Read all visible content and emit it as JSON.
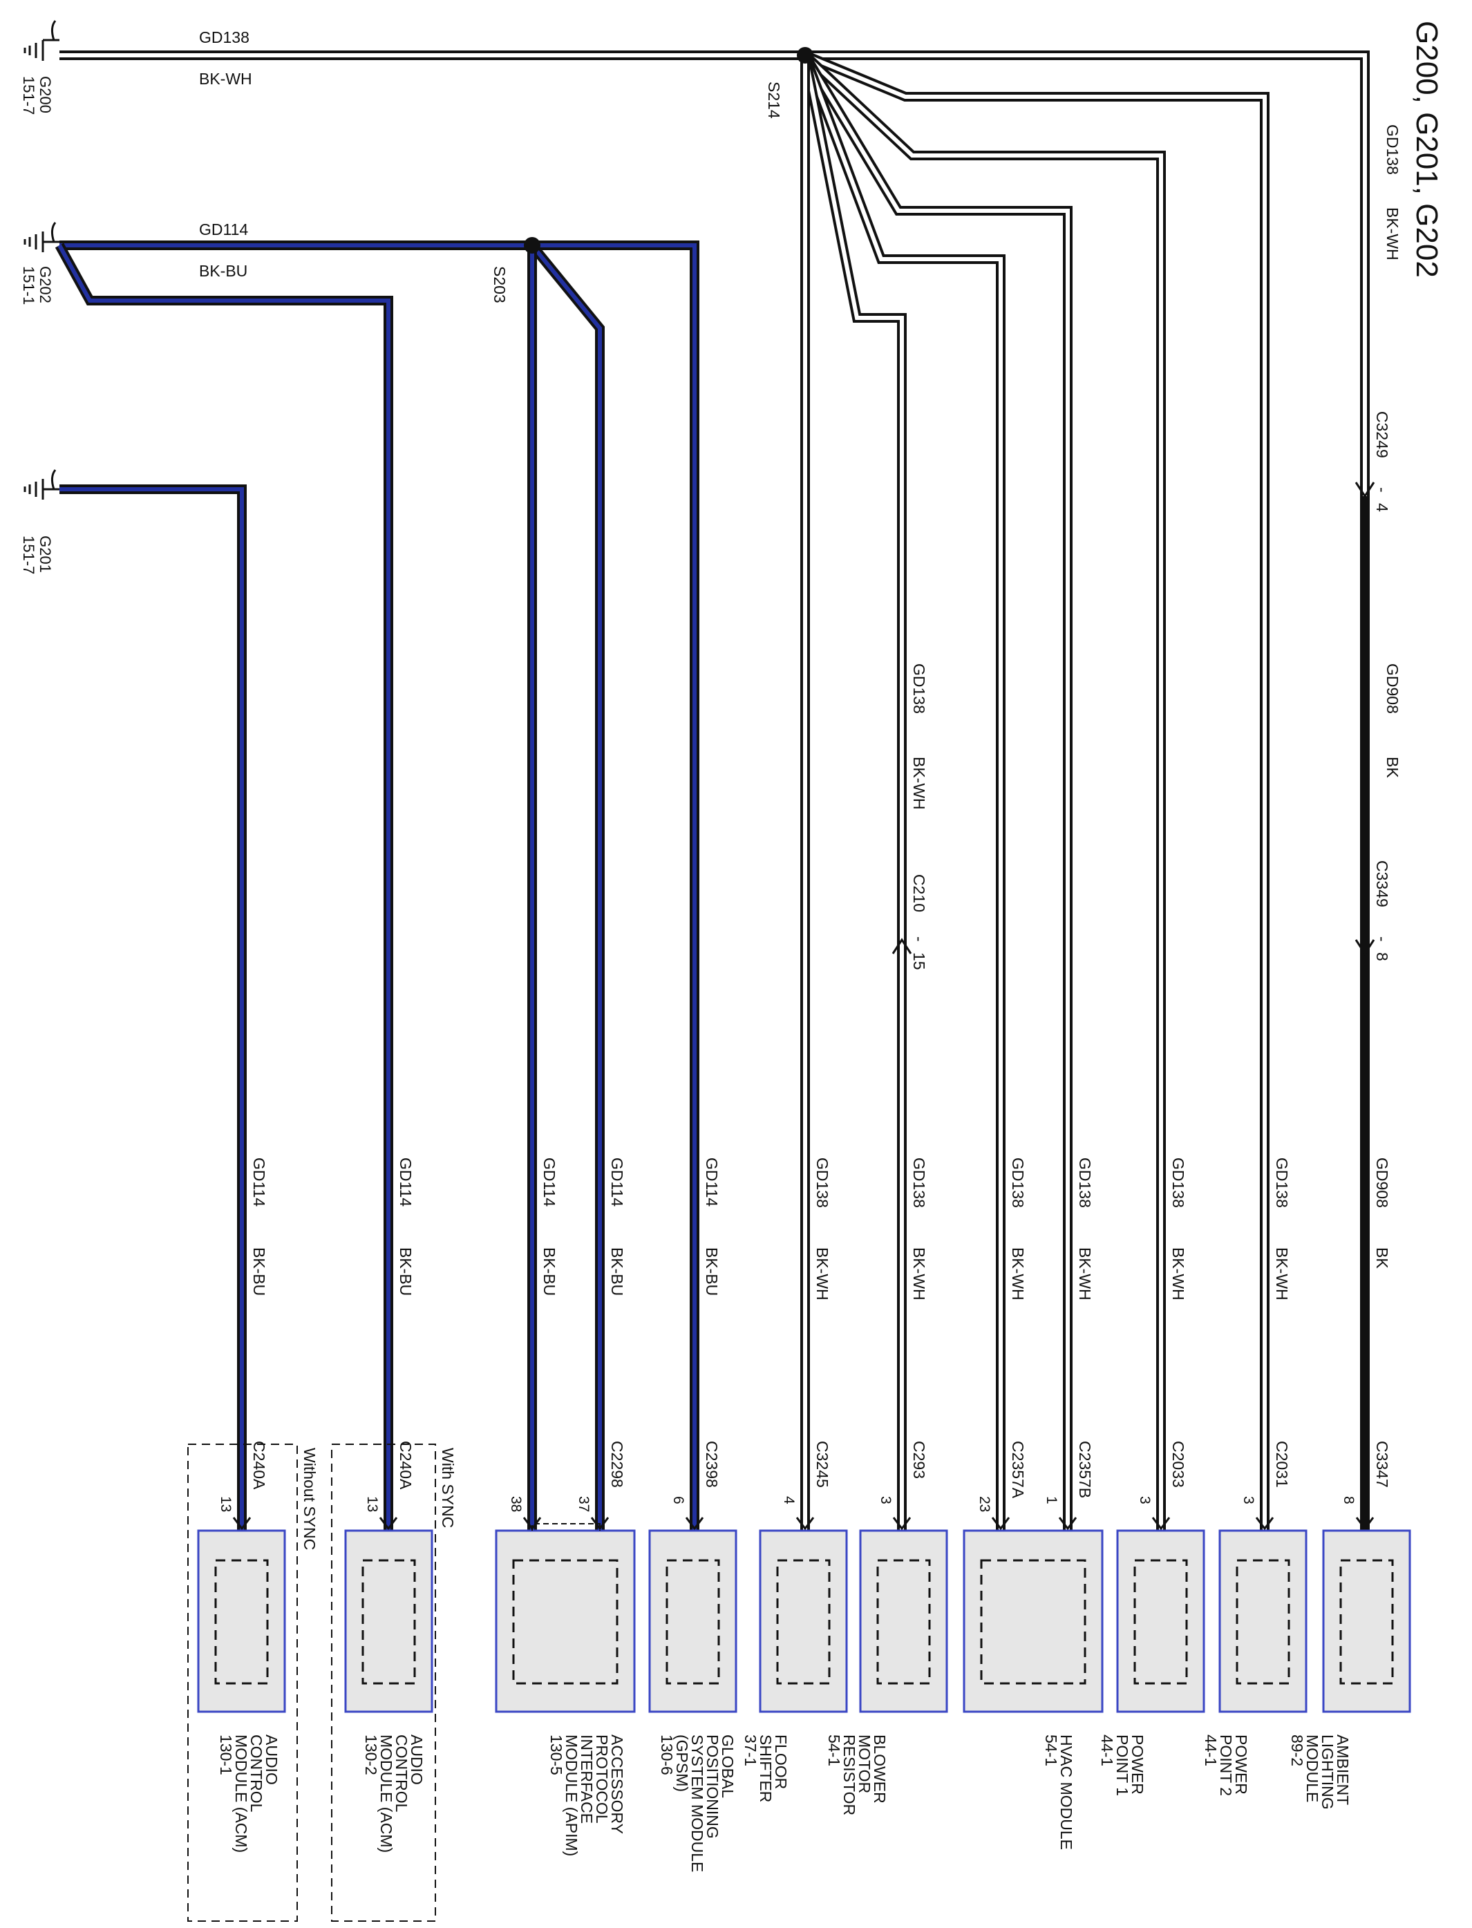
{
  "title": "G200, G201, G202",
  "colors": {
    "bk_wh_core": "#ffffff",
    "bk_bu_core": "#2231a0",
    "wire_outline": "#111111",
    "module_fill": "#e6e6e6",
    "module_border": "#3a46c4"
  },
  "grounds": {
    "g200": {
      "name": "G200",
      "ref": "151-7",
      "icon": "ground-icon"
    },
    "g202": {
      "name": "G202",
      "ref": "151-1",
      "icon": "ground-icon"
    },
    "g201": {
      "name": "G201",
      "ref": "151-7",
      "icon": "ground-icon"
    }
  },
  "splices": {
    "s214": "S214",
    "s203": "S203"
  },
  "main_labels": {
    "g200_circuit": "GD138",
    "g200_color": "BK-WH",
    "g202_circuit": "GD114",
    "g202_color": "BK-BU",
    "ambient_upper_circuit": "GD138",
    "ambient_upper_color": "BK-WH",
    "ambient_mid_circuit": "GD908",
    "ambient_mid_color": "BK",
    "blower_mid_circuit": "GD138",
    "blower_mid_color": "BK-WH"
  },
  "inline_connectors": {
    "c3249": {
      "name": "C3249",
      "sep": "-",
      "pin": "4"
    },
    "c3349": {
      "name": "C3349",
      "sep": "-",
      "pin": "8"
    },
    "c210": {
      "name": "C210",
      "sep": "-",
      "pin": "15"
    }
  },
  "branches": [
    {
      "id": "ambient",
      "circuit": "GD908",
      "color": "BK",
      "connector": "C3347",
      "pin": "8"
    },
    {
      "id": "power2",
      "circuit": "GD138",
      "color": "BK-WH",
      "connector": "C2031",
      "pin": "3"
    },
    {
      "id": "power1",
      "circuit": "GD138",
      "color": "BK-WH",
      "connector": "C2033",
      "pin": "3"
    },
    {
      "id": "hvac-b",
      "circuit": "GD138",
      "color": "BK-WH",
      "connector": "C2357B",
      "pin": "1"
    },
    {
      "id": "hvac-a",
      "circuit": "GD138",
      "color": "BK-WH",
      "connector": "C2357A",
      "pin": "23"
    },
    {
      "id": "blower",
      "circuit": "GD138",
      "color": "BK-WH",
      "connector": "C293",
      "pin": "3"
    },
    {
      "id": "shifter",
      "circuit": "GD138",
      "color": "BK-WH",
      "connector": "C3245",
      "pin": "4"
    },
    {
      "id": "gpsm",
      "circuit": "GD114",
      "color": "BK-BU",
      "connector": "C2398",
      "pin": "6"
    },
    {
      "id": "apim-37",
      "circuit": "GD114",
      "color": "BK-BU",
      "connector": "C2298",
      "pin": "37"
    },
    {
      "id": "apim-38",
      "circuit": "GD114",
      "color": "BK-BU",
      "connector": "",
      "pin": "38"
    },
    {
      "id": "acm-sync",
      "circuit": "GD114",
      "color": "BK-BU",
      "connector": "C240A",
      "pin": "13"
    },
    {
      "id": "acm-nosync",
      "circuit": "GD114",
      "color": "BK-BU",
      "connector": "C240A",
      "pin": "13"
    }
  ],
  "components": {
    "ambient": [
      "AMBIENT",
      "LIGHTING",
      "MODULE",
      "89-2"
    ],
    "power2": [
      "POWER",
      "POINT 2",
      "44-1"
    ],
    "power1": [
      "POWER",
      "POINT 1",
      "44-1"
    ],
    "hvac": [
      "HVAC MODULE",
      "54-1"
    ],
    "blower": [
      "BLOWER",
      "MOTOR",
      "RESISTOR",
      "54-1"
    ],
    "shifter": [
      "FLOOR",
      "SHIFTER",
      "37-1"
    ],
    "gpsm": [
      "GLOBAL",
      "POSITIONING",
      "SYSTEM MODULE",
      "(GPSM)",
      "130-6"
    ],
    "apim": [
      "ACCESSORY",
      "PROTOCOL",
      "INTERFACE",
      "MODULE (APIM)",
      "130-5"
    ],
    "acm_sync": [
      "AUDIO",
      "CONTROL",
      "MODULE (ACM)",
      "130-2"
    ],
    "acm_nosync": [
      "AUDIO",
      "CONTROL",
      "MODULE (ACM)",
      "130-1"
    ]
  },
  "options": {
    "with_sync": "With SYNC",
    "without_sync": "Without SYNC"
  }
}
